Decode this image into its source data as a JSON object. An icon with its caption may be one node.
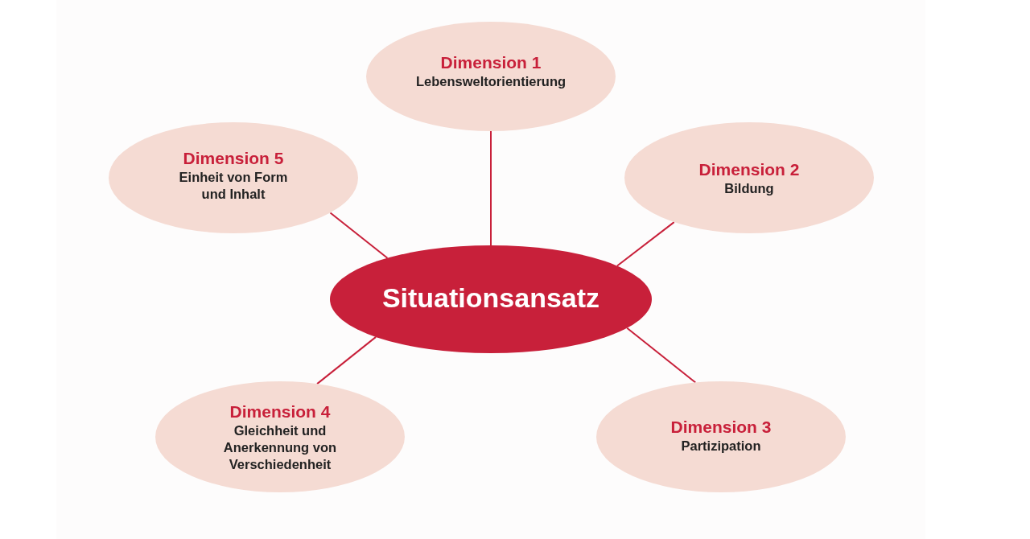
{
  "diagram": {
    "nodes": [
      {
        "text": [
          "Dimension 1",
          "Lebensweltorientierung"
        ]
      },
      {
        "text": [
          "Dimension 5",
          "Einheit von Form und Inhalt"
        ]
      },
      {
        "text": [
          "Dimension 2",
          "Bildung"
        ]
      },
      {
        "text": [
          "Situationsansatz"
        ]
      },
      {
        "text": [
          "Dimension 4",
          "Gleichheit und Anerkennung von Verschiedenheit"
        ]
      },
      {
        "text": [
          "Dimension 3",
          "Partizipation"
        ]
      }
    ],
    "edges": [
      {
        "from": 3,
        "to": 0,
        "arrow": "none"
      },
      {
        "from": 3,
        "to": 2,
        "arrow": "none"
      },
      {
        "from": 3,
        "to": 5,
        "arrow": "none"
      },
      {
        "from": 3,
        "to": 4,
        "arrow": "none"
      },
      {
        "from": 3,
        "to": 1,
        "arrow": "none"
      }
    ]
  }
}
